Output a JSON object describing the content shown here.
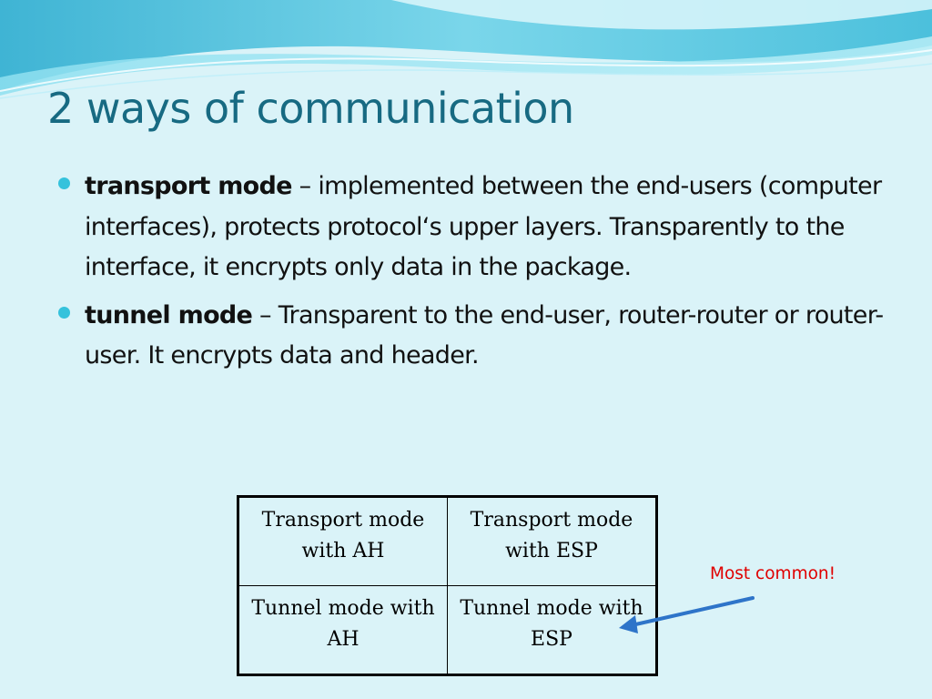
{
  "slide": {
    "title": "2 ways of communication",
    "bullets": [
      {
        "term": "transport mode",
        "text": " – implemented between the end-users (computer interfaces), protects protocol‘s upper layers. Transparently to the interface, it encrypts only data in the package."
      },
      {
        "term": "tunnel mode",
        "text": " – Transparent to the end-user, router-router or router-user. It encrypts data and header."
      }
    ],
    "table": {
      "rows": [
        [
          "Transport mode with AH",
          "Transport mode with ESP"
        ],
        [
          "Tunnel mode with AH",
          "Tunnel mode with ESP"
        ]
      ]
    },
    "annotation": "Most common!"
  },
  "colors": {
    "background": "#daf3f8",
    "title": "#176a82",
    "bullet_dot": "#35c2dc",
    "annotation": "#e00000",
    "arrow": "#2e74c9"
  }
}
